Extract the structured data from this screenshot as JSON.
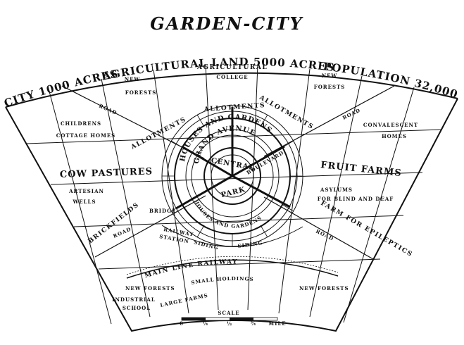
{
  "title": "GARDEN-CITY",
  "header": {
    "city": "CITY 1000 ACRES",
    "agricultural": "AGRICULTURAL LAND 5000 ACRES",
    "population": "POPULATION 32,000"
  },
  "labels": {
    "agricultural_college_1": "AGRICULTURAL",
    "agricultural_college_2": "COLLEGE",
    "new_forests_left": "NEW",
    "new_forests_left_2": "FORESTS",
    "new_forests_right": "NEW",
    "new_forests_right_2": "FORESTS",
    "road_left": "ROAD",
    "road_right": "ROAD",
    "childrens_1": "CHILDRENS",
    "childrens_2": "COTTAGE HOMES",
    "convalescent_1": "CONVALESCENT",
    "convalescent_2": "HOMES",
    "allotments_left": "ALLOTMENTS",
    "allotments_top": "ALLOTMENTS",
    "allotments_right": "ALLOTMENTS",
    "cow_pastures": "COW PASTURES",
    "fruit_farms": "FRUIT FARMS",
    "artesian_1": "ARTESIAN",
    "artesian_2": "WELLS",
    "asylums_1": "ASYLUMS",
    "asylums_2": "FOR BLIND AND DEAF",
    "brickfields": "BRICKFIELDS",
    "farm_epileptics": "FARM FOR EPILEPTICS",
    "bridge": "BRIDGE",
    "road_lower_left": "ROAD",
    "road_lower_right": "ROAD",
    "railway_1": "RAILWAY",
    "railway_2": "STATION",
    "houses_gardens_top": "HOUSES AND GARDENS",
    "grand_avenue": "GRAND AVENUE",
    "central": "CENTRAL",
    "park": "PARK",
    "houses_gardens_bottom": "HOUSES AND GARDENS",
    "boulevard": "BOULEVARD",
    "siding_left": "SIDING",
    "siding_right": "SIDING",
    "main_line_railway": "MAIN LINE RAILWAY",
    "small_holdings": "SMALL HOLDINGS",
    "new_forests_bottom_left": "NEW FORESTS",
    "new_forests_bottom_right": "NEW FORESTS",
    "industrial_1": "INDUSTRIAL",
    "industrial_2": "SCHOOL",
    "large_farms": "LARGE FARMS",
    "scale": "SCALE",
    "scale_unit": "MILE",
    "scale_t0": "0",
    "scale_t1": "¼",
    "scale_t2": "½",
    "scale_t3": "¾"
  }
}
